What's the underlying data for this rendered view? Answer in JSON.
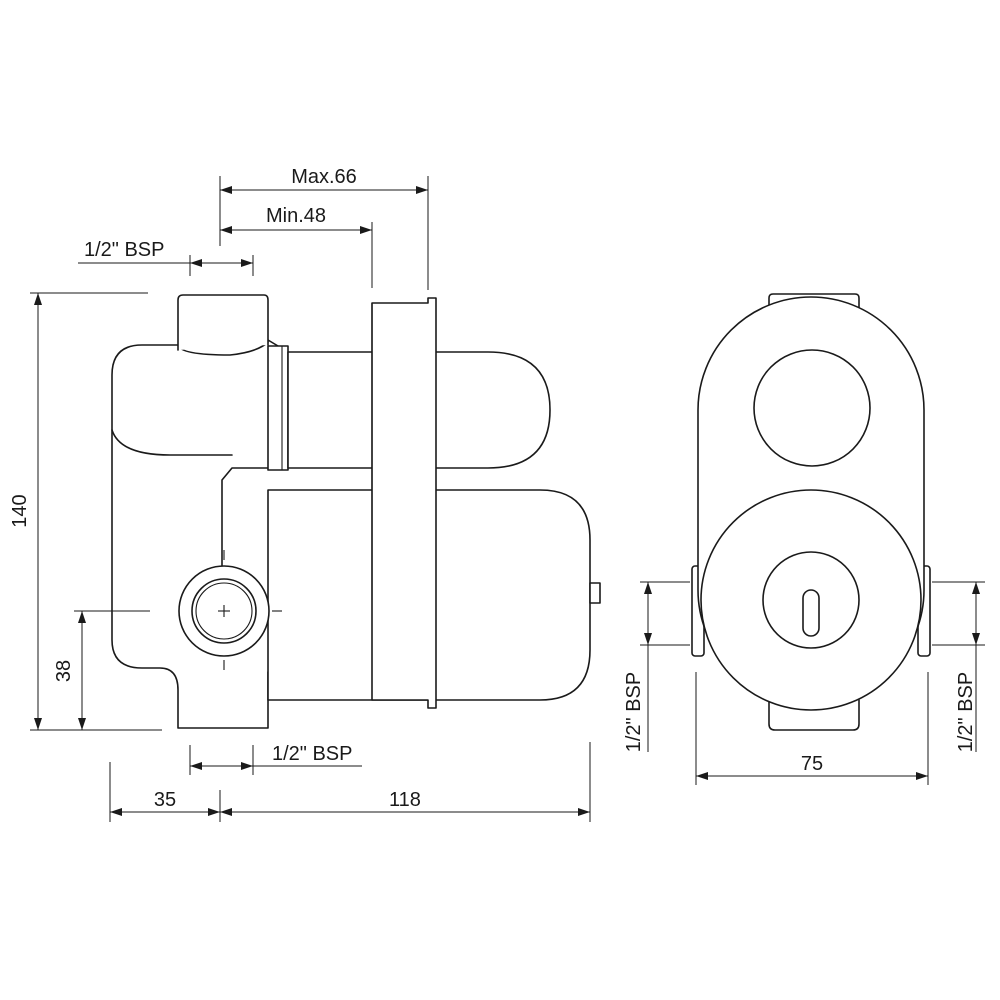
{
  "dimensions": {
    "max_depth": "Max.66",
    "min_depth": "Min.48",
    "top_inlet": "1/2\" BSP",
    "height": "140",
    "inlet_height": "38",
    "bottom_outlet": "1/2\" BSP",
    "left_offset": "35",
    "body_depth": "118",
    "width": "75",
    "side_left": "1/2\" BSP",
    "side_right": "1/2\" BSP"
  },
  "colors": {
    "line": "#1a1a1a",
    "background": "#ffffff"
  }
}
